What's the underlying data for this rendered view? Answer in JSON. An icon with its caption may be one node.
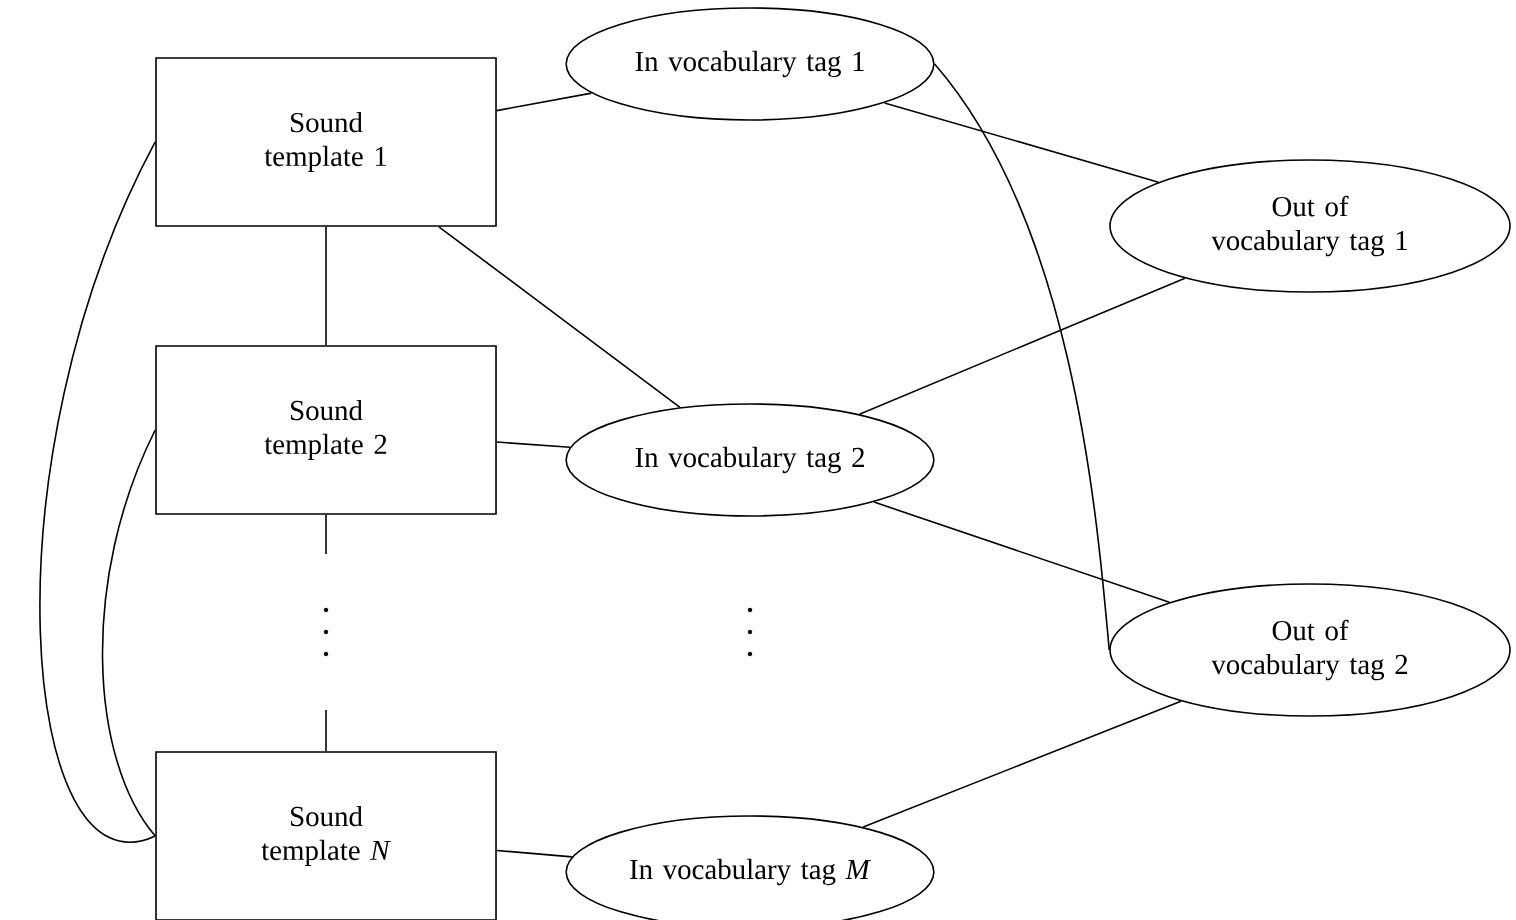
{
  "diagram": {
    "nodes": [
      {
        "text": [
          "Sound template 1"
        ]
      },
      {
        "text": [
          "Sound template 2"
        ]
      },
      {
        "text": [
          "Sound template *N*"
        ]
      },
      {
        "text": [
          "In vocabulary tag 1"
        ]
      },
      {
        "text": [
          "In vocabulary tag 2"
        ]
      },
      {
        "text": [
          "In vocabulary tag *M*"
        ]
      },
      {
        "text": [
          "Out of vocabulary tag 1"
        ]
      },
      {
        "text": [
          "Out of vocabulary tag 2"
        ]
      }
    ],
    "edges": [
      {
        "from": 0,
        "to": 3,
        "arrow": "none"
      },
      {
        "from": 0,
        "to": 4,
        "arrow": "none"
      },
      {
        "from": 1,
        "to": 4,
        "arrow": "none"
      },
      {
        "from": 2,
        "to": 5,
        "arrow": "none"
      },
      {
        "from": 0,
        "to": 1,
        "arrow": "none"
      },
      {
        "from": 1,
        "to": 2,
        "arrow": "none"
      },
      {
        "from": 0,
        "to": 2,
        "arrow": "none"
      },
      {
        "from": 1,
        "to": 2,
        "arrow": "none"
      },
      {
        "from": 3,
        "to": 6,
        "arrow": "none"
      },
      {
        "from": 3,
        "to": 7,
        "arrow": "none"
      },
      {
        "from": 4,
        "to": 6,
        "arrow": "none"
      },
      {
        "from": 4,
        "to": 7,
        "arrow": "none"
      },
      {
        "from": 5,
        "to": 7,
        "arrow": "none"
      }
    ]
  }
}
